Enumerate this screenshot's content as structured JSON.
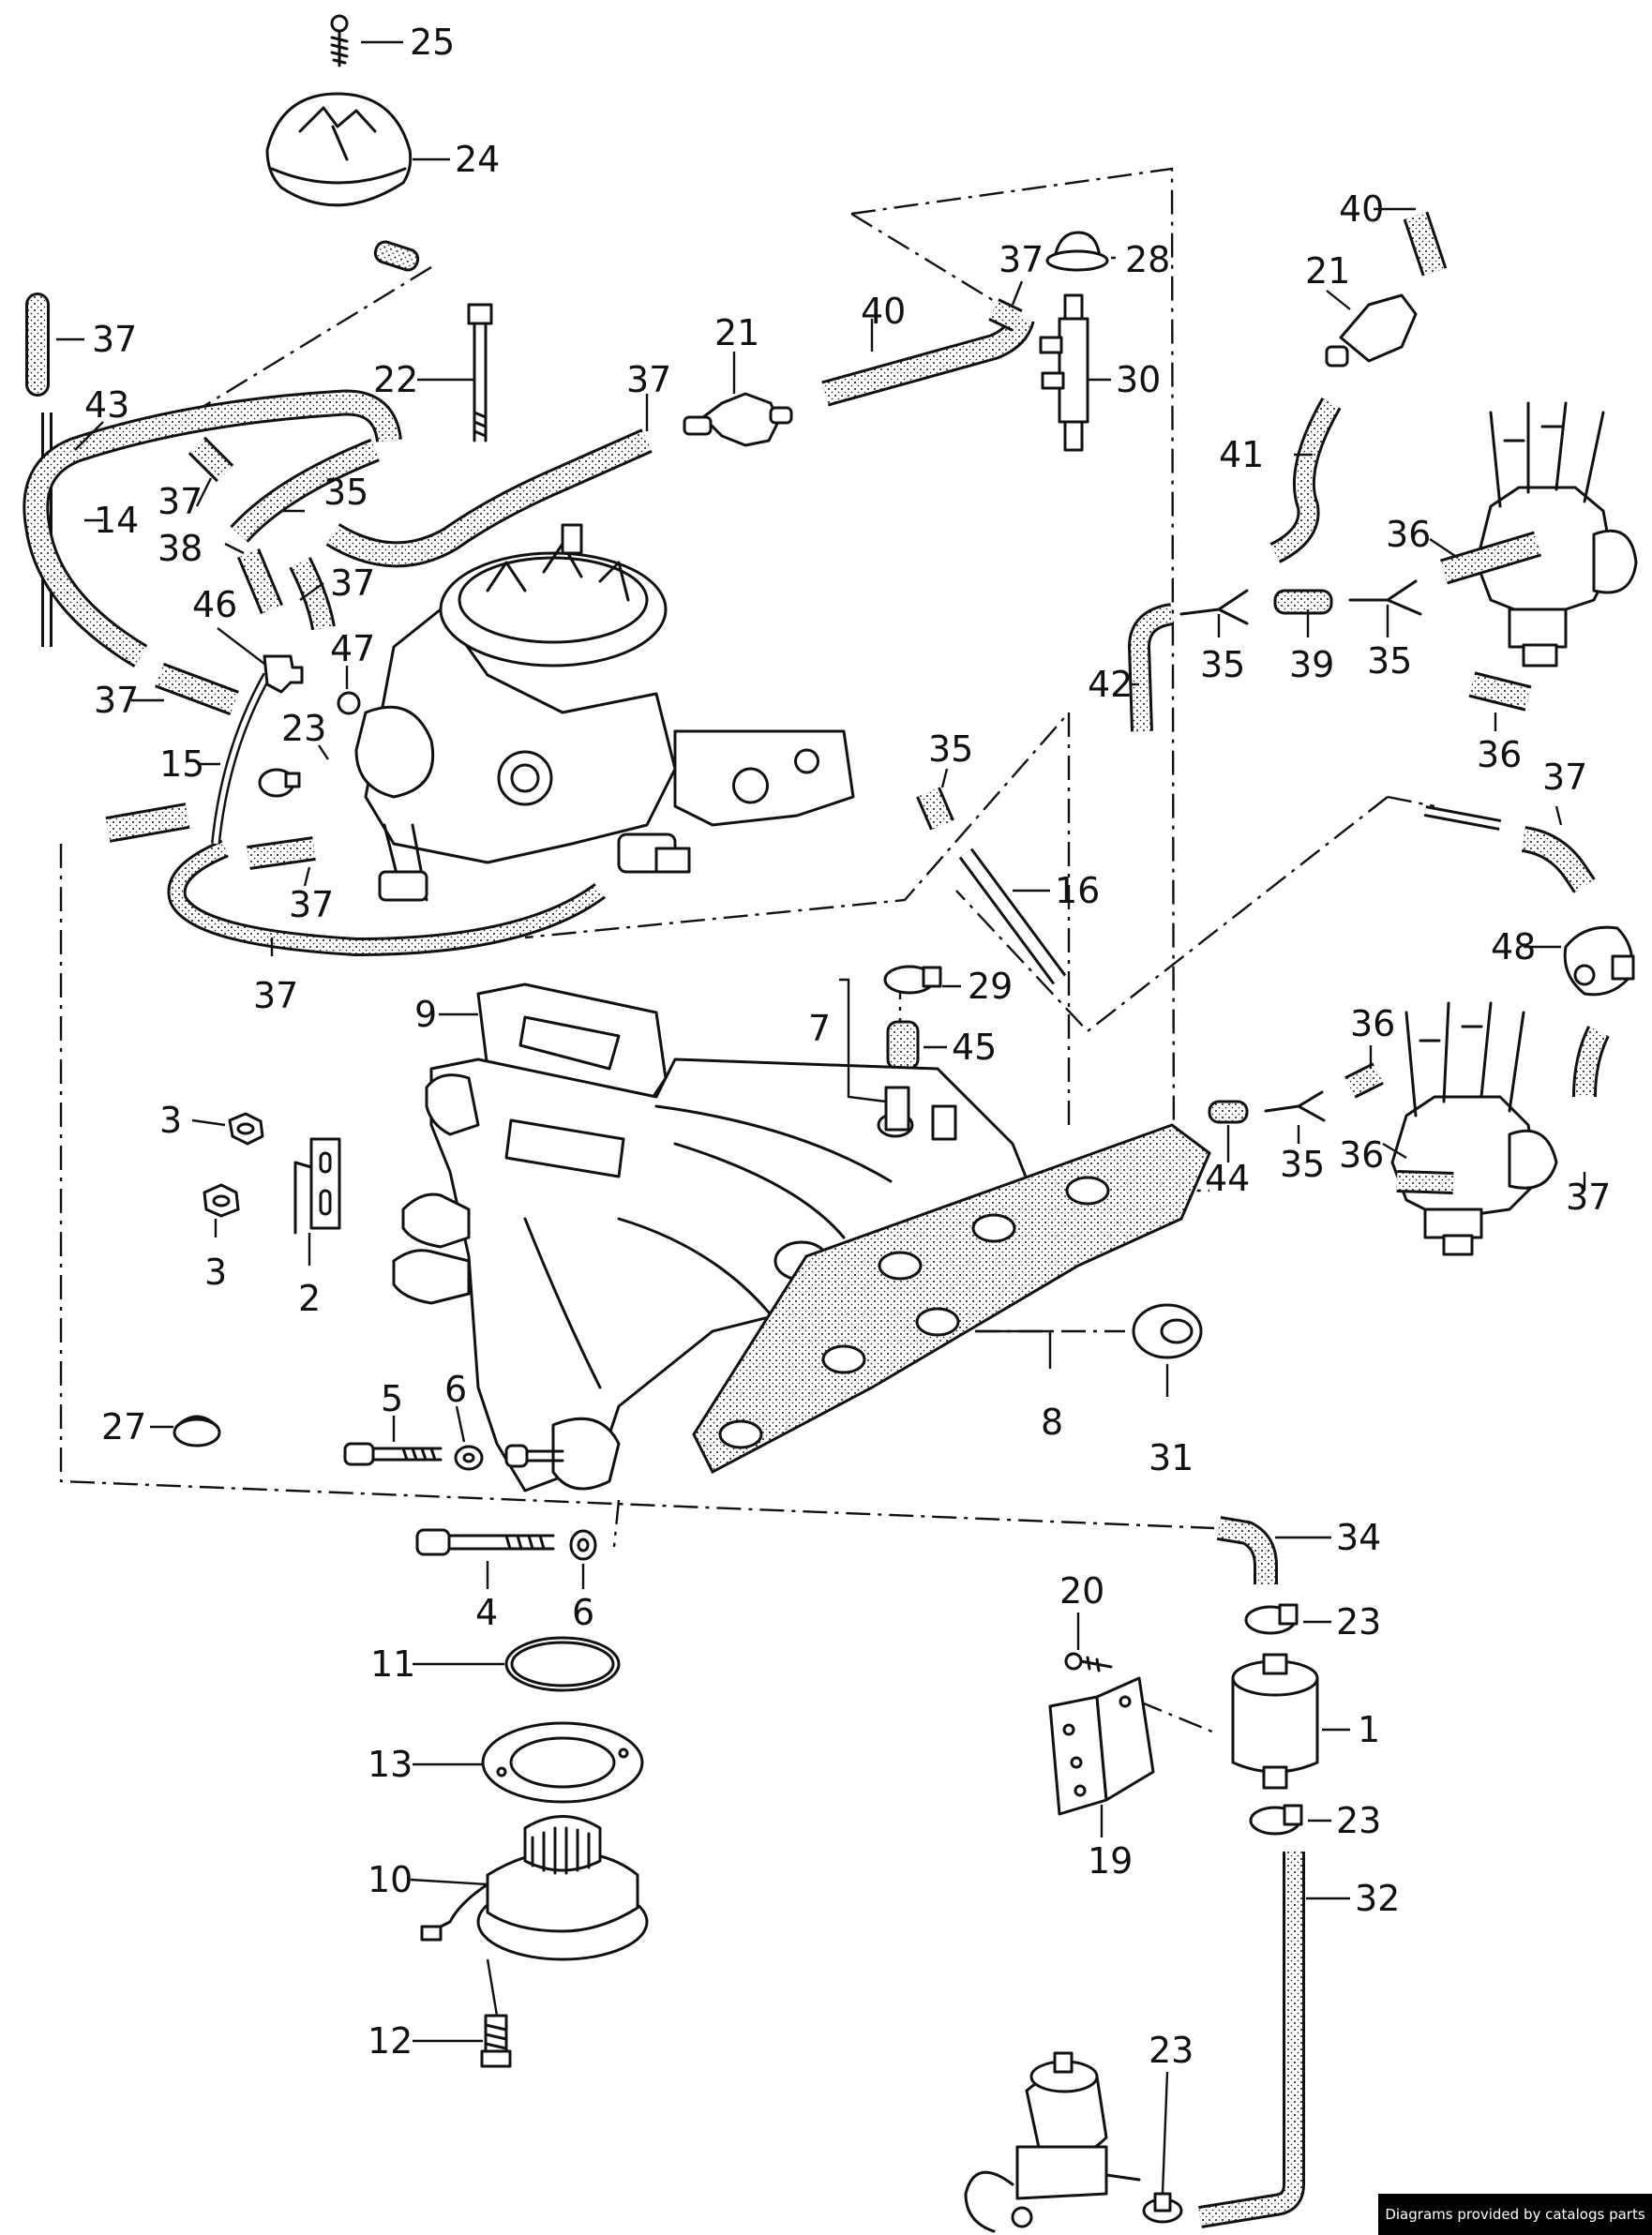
{
  "credit": "Diagrams provided by catalogs parts",
  "callouts": [
    {
      "id": "c25",
      "text": "25"
    },
    {
      "id": "c24",
      "text": "24"
    },
    {
      "id": "c37a",
      "text": "37"
    },
    {
      "id": "c43",
      "text": "43"
    },
    {
      "id": "c22",
      "text": "22"
    },
    {
      "id": "c37b",
      "text": "37"
    },
    {
      "id": "c21a",
      "text": "21"
    },
    {
      "id": "c40a",
      "text": "40"
    },
    {
      "id": "c37c",
      "text": "37"
    },
    {
      "id": "c28",
      "text": "28"
    },
    {
      "id": "c30",
      "text": "30"
    },
    {
      "id": "c40b",
      "text": "40"
    },
    {
      "id": "c21b",
      "text": "21"
    },
    {
      "id": "c14",
      "text": "14"
    },
    {
      "id": "c37d",
      "text": "37"
    },
    {
      "id": "c35a",
      "text": "35"
    },
    {
      "id": "c38",
      "text": "38"
    },
    {
      "id": "c37e",
      "text": "37"
    },
    {
      "id": "c41",
      "text": "41"
    },
    {
      "id": "c36a",
      "text": "36"
    },
    {
      "id": "c46",
      "text": "46"
    },
    {
      "id": "c47",
      "text": "47"
    },
    {
      "id": "c37f",
      "text": "37"
    },
    {
      "id": "c23a",
      "text": "23"
    },
    {
      "id": "c15",
      "text": "15"
    },
    {
      "id": "c42",
      "text": "42"
    },
    {
      "id": "c35b",
      "text": "35"
    },
    {
      "id": "c39",
      "text": "39"
    },
    {
      "id": "c35c",
      "text": "35"
    },
    {
      "id": "c36b",
      "text": "36"
    },
    {
      "id": "c35d",
      "text": "35"
    },
    {
      "id": "c37g",
      "text": "37"
    },
    {
      "id": "c37h",
      "text": "37"
    },
    {
      "id": "c37i",
      "text": "37"
    },
    {
      "id": "c16",
      "text": "16"
    },
    {
      "id": "c48",
      "text": "48"
    },
    {
      "id": "c29",
      "text": "29"
    },
    {
      "id": "c9",
      "text": "9"
    },
    {
      "id": "c7",
      "text": "7"
    },
    {
      "id": "c45",
      "text": "45"
    },
    {
      "id": "c36c",
      "text": "36"
    },
    {
      "id": "c3a",
      "text": "3"
    },
    {
      "id": "c3b",
      "text": "3"
    },
    {
      "id": "c2",
      "text": "2"
    },
    {
      "id": "c44",
      "text": "44"
    },
    {
      "id": "c35e",
      "text": "35"
    },
    {
      "id": "c36d",
      "text": "36"
    },
    {
      "id": "c37j",
      "text": "37"
    },
    {
      "id": "c27",
      "text": "27"
    },
    {
      "id": "c5",
      "text": "5"
    },
    {
      "id": "c6a",
      "text": "6"
    },
    {
      "id": "c8",
      "text": "8"
    },
    {
      "id": "c31",
      "text": "31"
    },
    {
      "id": "c34",
      "text": "34"
    },
    {
      "id": "c4",
      "text": "4"
    },
    {
      "id": "c6b",
      "text": "6"
    },
    {
      "id": "c20",
      "text": "20"
    },
    {
      "id": "c23b",
      "text": "23"
    },
    {
      "id": "c11",
      "text": "11"
    },
    {
      "id": "c1",
      "text": "1"
    },
    {
      "id": "c13",
      "text": "13"
    },
    {
      "id": "c19",
      "text": "19"
    },
    {
      "id": "c23c",
      "text": "23"
    },
    {
      "id": "c10",
      "text": "10"
    },
    {
      "id": "c32",
      "text": "32"
    },
    {
      "id": "c12",
      "text": "12"
    },
    {
      "id": "c23d",
      "text": "23"
    }
  ]
}
